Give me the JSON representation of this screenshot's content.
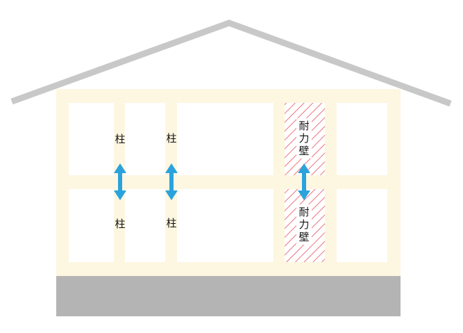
{
  "labels": {
    "pillar": "柱",
    "shear_wall_line1": "耐",
    "shear_wall_line2": "力",
    "shear_wall_line3": "壁"
  },
  "colors": {
    "roof": "#c8c8c8",
    "frame": "#fdf6e1",
    "panel": "#ffffff",
    "foundation": "#b4b4b4",
    "arrow": "#2aa3dc",
    "hatch": "#e8505b"
  },
  "icons": {
    "arrow": "double-arrow-vertical-icon"
  }
}
